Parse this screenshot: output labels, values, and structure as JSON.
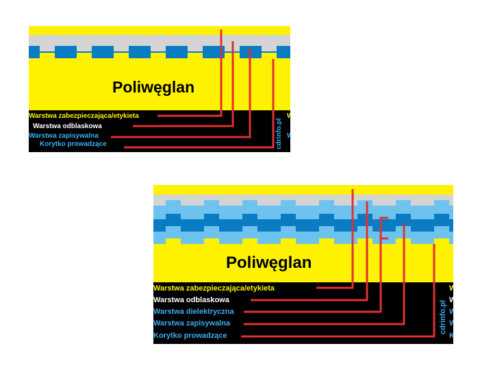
{
  "colors": {
    "yellow": "#fff200",
    "grey": "#d4d4d4",
    "light_blue": "#6ec3ee",
    "dark_blue": "#0a7cc4",
    "black": "#000000",
    "red": "#e03030",
    "white_text": "#ffffff",
    "yellow_text": "#fff200",
    "blue_text": "#3aaef0"
  },
  "diagram1": {
    "title": "Poliwęglan",
    "watermark": "cdrinfo.pl",
    "labels": [
      {
        "text": "Warstwa zabezpieczająca/etykieta",
        "color_key": "yellow_text"
      },
      {
        "text": "Warstwa odblaskowa",
        "color_key": "white_text"
      },
      {
        "text": "Warstwa zapisywalna",
        "color_key": "blue_text"
      },
      {
        "text": "Korytko prowadzące",
        "color_key": "blue_text"
      }
    ],
    "edge_letters": [
      "W",
      "W"
    ]
  },
  "diagram2": {
    "title": "Poliwęglan",
    "watermark": "cdrinfo.pl",
    "labels": [
      {
        "text": "Warstwa zabezpieczająca/etykieta",
        "color_key": "yellow_text"
      },
      {
        "text": "Warstwa odblaskowa",
        "color_key": "white_text"
      },
      {
        "text": "Warstwa dielektryczna",
        "color_key": "blue_text"
      },
      {
        "text": "Warstwa zapisywalna",
        "color_key": "blue_text"
      },
      {
        "text": "Korytko prowadzące",
        "color_key": "blue_text"
      }
    ],
    "edge_letters": [
      "W",
      "W",
      "W",
      "W",
      "K"
    ]
  }
}
